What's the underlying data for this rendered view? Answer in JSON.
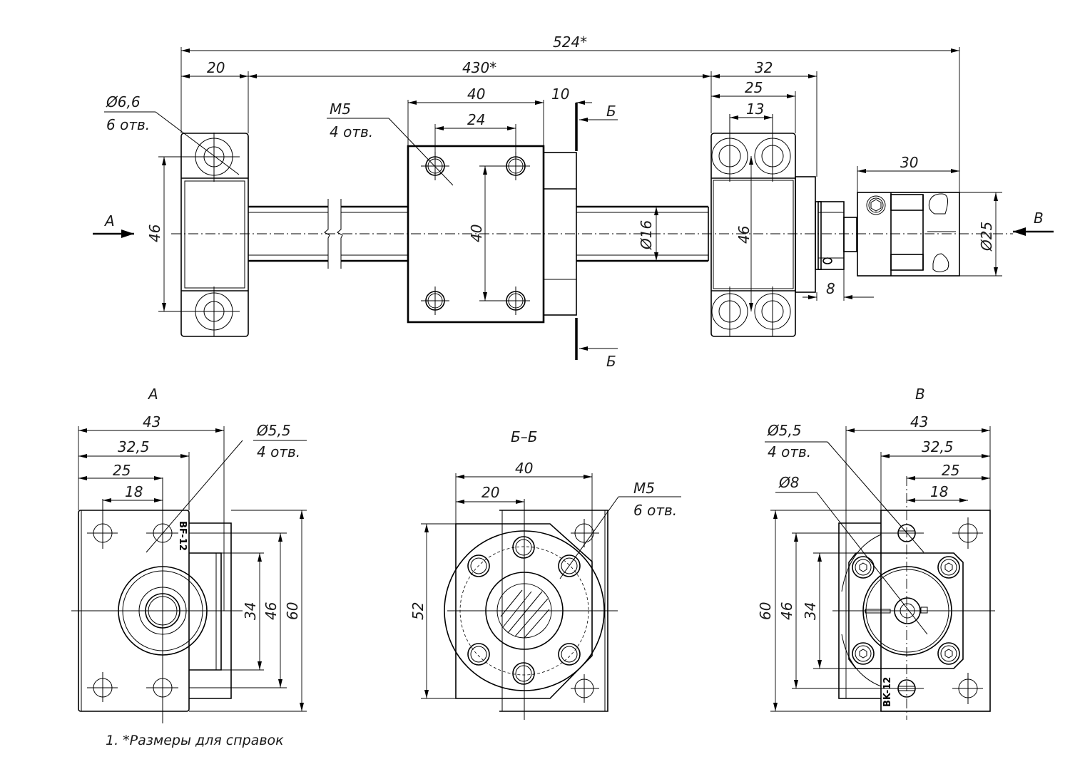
{
  "drawing": {
    "title": "Ball screw assembly drawing with BF-12 / BK-12 supports",
    "main_view": {
      "overall_length": "524*",
      "screw_length": "430*",
      "left_support_width": "20",
      "left_holes_callout": {
        "diameter": "Ø6,6",
        "count": "6 отв."
      },
      "left_support_height": "46",
      "nut_flange_length": "40",
      "nut_hole_spacing": "24",
      "nut_flange_thickness": "10",
      "nut_holes_callout": {
        "thread": "M5",
        "count": "4 отв."
      },
      "nut_hole_vertical_spacing": "40",
      "shaft_diameter": "Ø16",
      "right_support_overall": "32",
      "right_support_width": "25",
      "right_support_hole_spacing": "13",
      "right_support_height": "46",
      "locknut_offset": "8",
      "coupling_length": "30",
      "coupling_diameter": "Ø25",
      "view_arrow_a": "A",
      "view_arrow_v": "В",
      "section_mark_top": "Б",
      "section_mark_bottom": "Б"
    },
    "view_a": {
      "title": "A",
      "width_overall": "43",
      "width_32_5": "32,5",
      "width_25": "25",
      "hole_spacing": "18",
      "holes_callout": {
        "diameter": "Ø5,5",
        "count": "4 отв."
      },
      "height_34": "34",
      "height_46": "46",
      "height_60": "60",
      "part_mark": "BF-12"
    },
    "section_bb": {
      "title": "Б–Б",
      "width_40": "40",
      "width_20": "20",
      "height_52": "52",
      "holes_callout": {
        "thread": "M5",
        "count": "6 отв."
      }
    },
    "view_v": {
      "title": "В",
      "width_overall": "43",
      "width_32_5": "32,5",
      "width_25": "25",
      "hole_spacing": "18",
      "holes_callout": {
        "diameter": "Ø5,5",
        "count": "4 отв."
      },
      "bore_callout": {
        "diameter": "Ø8"
      },
      "height_60": "60",
      "height_46": "46",
      "height_34": "34",
      "part_mark": "BK-12"
    },
    "note": "1. *Размеры для справок"
  }
}
